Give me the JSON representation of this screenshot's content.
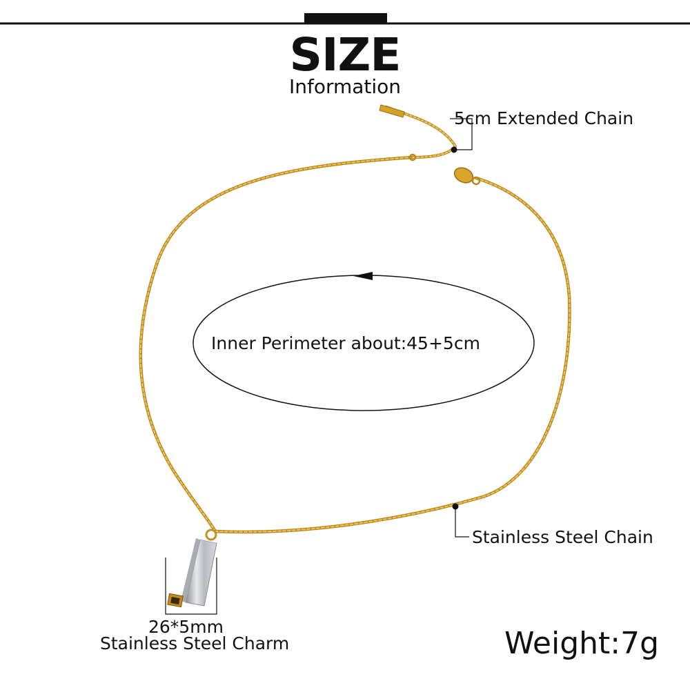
{
  "header": {
    "title": "SIZE",
    "subtitle": "Information"
  },
  "annotations": {
    "extended_chain": "5cm Extended Chain",
    "inner_perimeter": "Inner Perimeter about:45+5cm",
    "chain": "Stainless Steel Chain",
    "charm_size": "26*5mm",
    "charm": "Stainless Steel Charm",
    "weight": "Weight:7g"
  },
  "colors": {
    "gold": "#d4a227",
    "steel": "#c7c9cc",
    "ink": "#111111"
  }
}
